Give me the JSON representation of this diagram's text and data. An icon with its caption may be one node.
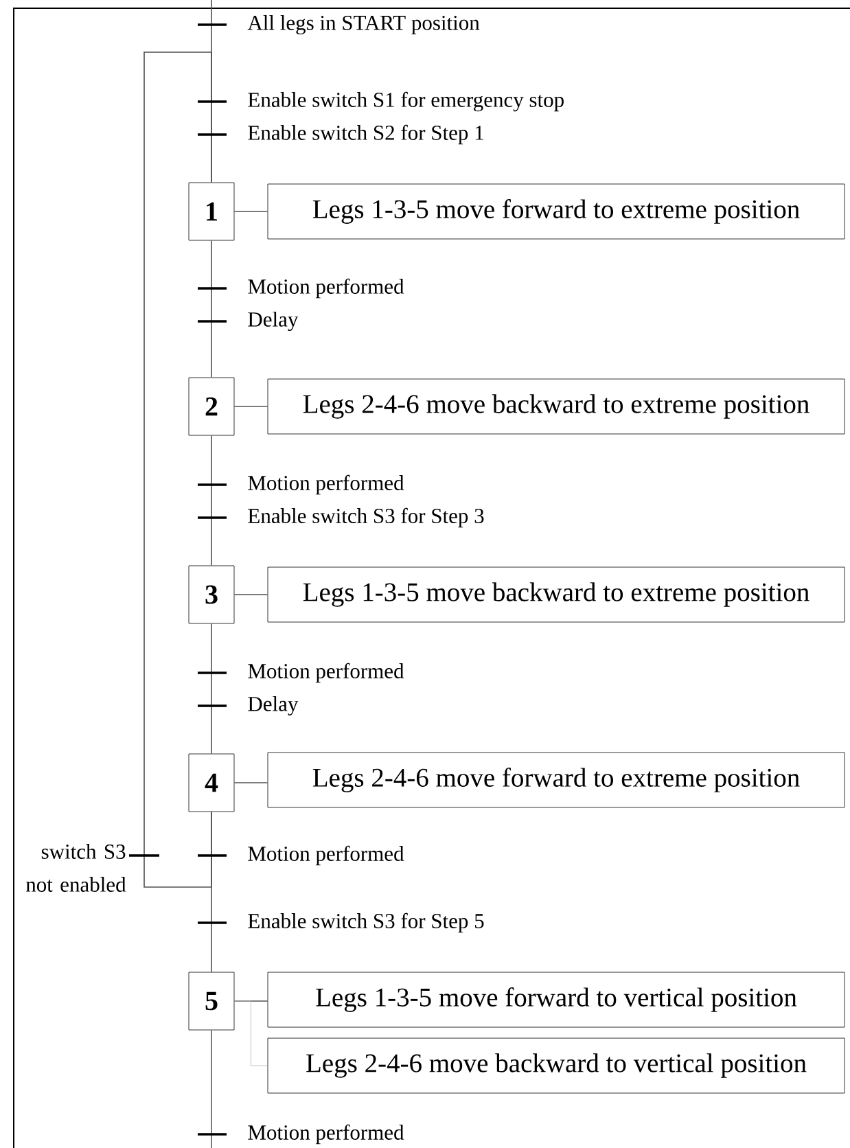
{
  "diagram": {
    "nodes": [
      {
        "text": [
          "1"
        ]
      },
      {
        "text": [
          "Legs 1-3-5 move forward to extreme position"
        ]
      },
      {
        "text": [
          "2"
        ]
      },
      {
        "text": [
          "Legs 2-4-6 move backward to extreme position"
        ]
      },
      {
        "text": [
          "3"
        ]
      },
      {
        "text": [
          "Legs 1-3-5 move backward to extreme position"
        ]
      },
      {
        "text": [
          "4"
        ]
      },
      {
        "text": [
          "Legs 2-4-6 move forward to extreme position"
        ]
      },
      {
        "text": [
          "5"
        ]
      },
      {
        "text": [
          "Legs 1-3-5 move forward to vertical position"
        ]
      },
      {
        "text": [
          "Legs 2-4-6 move backward to vertical position"
        ]
      }
    ],
    "edges": [
      {
        "from": null,
        "to": 0,
        "arrow": "none"
      },
      {
        "from": 0,
        "to": 1,
        "arrow": "none"
      },
      {
        "from": 0,
        "to": 2,
        "arrow": "none"
      },
      {
        "from": 2,
        "to": 3,
        "arrow": "none"
      },
      {
        "from": 2,
        "to": 4,
        "arrow": "none"
      },
      {
        "from": 4,
        "to": 5,
        "arrow": "none"
      },
      {
        "from": 4,
        "to": 6,
        "arrow": "none"
      },
      {
        "from": 6,
        "to": 7,
        "arrow": "none"
      },
      {
        "from": 6,
        "to": 0,
        "arrow": "none"
      },
      {
        "from": 6,
        "to": 8,
        "arrow": "none"
      },
      {
        "from": 8,
        "to": 9,
        "arrow": "none"
      },
      {
        "from": 8,
        "to": 10,
        "arrow": "none",
        "color": "#b4b4b4"
      },
      {
        "from": 8,
        "to": null,
        "arrow": "none"
      }
    ],
    "labels": [
      "All legs in START position",
      "Enable switch S1 for emergency stop",
      "Enable switch S2 for Step 1",
      "Motion performed",
      "Delay",
      "Motion performed",
      "Enable switch S3 for Step 3",
      "Motion performed",
      "Delay",
      "switch S3 not enabled",
      "Motion performed",
      "Enable switch S3 for Step 5",
      "Motion performed"
    ]
  }
}
